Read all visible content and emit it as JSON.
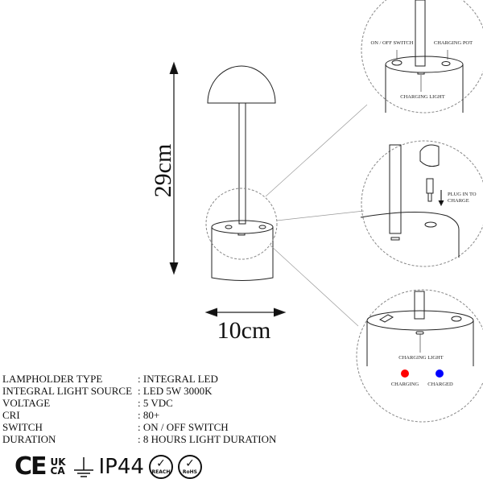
{
  "dimensions": {
    "height": "29cm",
    "width": "10cm"
  },
  "callouts": {
    "top": {
      "switch": "ON / OFF SWITCH",
      "port": "CHARGING POT",
      "light": "CHARGING LIGHT"
    },
    "middle": {
      "plug": [
        "PLUG IN TO",
        "CHARGE"
      ]
    },
    "bottom": {
      "light": "CHARGING LIGHT",
      "charging": "CHARGING",
      "charged": "CHARGED",
      "charging_color": "#ff0000",
      "charged_color": "#0000ff"
    }
  },
  "specs": [
    {
      "key": "LAMPHOLDER TYPE",
      "value": ": INTEGRAL LED"
    },
    {
      "key": "INTEGRAL LIGHT SOURCE",
      "value": ": LED 5W 3000K"
    },
    {
      "key": "VOLTAGE",
      "value": ": 5 VDC"
    },
    {
      "key": "CRI",
      "value": ": 80+"
    },
    {
      "key": "SWITCH",
      "value": ": ON / OFF SWITCH"
    },
    {
      "key": "DURATION",
      "value": ": 8 HOURS LIGHT DURATION"
    }
  ],
  "certifications": {
    "ce": "CE",
    "ukca": [
      "UK",
      "CA"
    ],
    "ip": "IP44",
    "reach": "REACH",
    "rohs": "RoHS",
    "ground": "earth-ground-icon"
  }
}
